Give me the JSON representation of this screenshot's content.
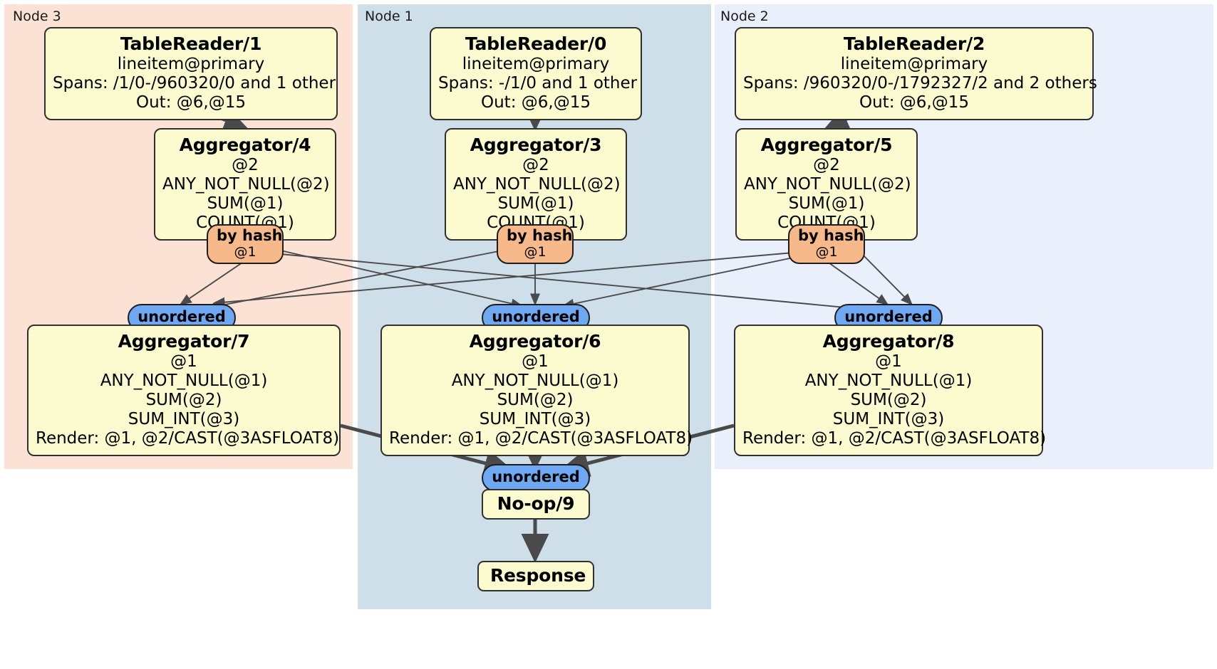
{
  "diagram": {
    "type": "distributed-query-plan",
    "title": "",
    "colors": {
      "node3_panel": "#fbe2d5",
      "node1_panel": "#cfdfe9",
      "node2_panel": "#eaf0fb",
      "processor_fill": "#fbfbcf",
      "processor_stroke": "#303030",
      "hash_router_fill": "#f8b98a",
      "unordered_stream_fill": "#6fa8f2",
      "edge_stroke": "#4a4a4a",
      "background": "#ffffff"
    }
  },
  "panels": [
    {
      "id": "node3",
      "label": "Node 3"
    },
    {
      "id": "node1",
      "label": "Node 1"
    },
    {
      "id": "node2",
      "label": "Node 2"
    }
  ],
  "processors": {
    "table_reader_1": {
      "title": "TableReader/1",
      "lines": [
        "lineitem@primary",
        "Spans: /1/0-/960320/0 and 1 other",
        "Out: @6,@15"
      ]
    },
    "table_reader_0": {
      "title": "TableReader/0",
      "lines": [
        "lineitem@primary",
        "Spans: -/1/0 and 1 other",
        "Out: @6,@15"
      ]
    },
    "table_reader_2": {
      "title": "TableReader/2",
      "lines": [
        "lineitem@primary",
        "Spans: /960320/0-/1792327/2 and 2 others",
        "Out: @6,@15"
      ]
    },
    "aggregator_4": {
      "title": "Aggregator/4",
      "lines": [
        "@2",
        "ANY_NOT_NULL(@2)",
        "SUM(@1)",
        "COUNT(@1)"
      ]
    },
    "aggregator_3": {
      "title": "Aggregator/3",
      "lines": [
        "@2",
        "ANY_NOT_NULL(@2)",
        "SUM(@1)",
        "COUNT(@1)"
      ]
    },
    "aggregator_5": {
      "title": "Aggregator/5",
      "lines": [
        "@2",
        "ANY_NOT_NULL(@2)",
        "SUM(@1)",
        "COUNT(@1)"
      ]
    },
    "aggregator_7": {
      "title": "Aggregator/7",
      "lines": [
        "@1",
        "ANY_NOT_NULL(@1)",
        "SUM(@2)",
        "SUM_INT(@3)",
        "Render: @1, @2/CAST(@3ASFLOAT8)"
      ]
    },
    "aggregator_6": {
      "title": "Aggregator/6",
      "lines": [
        "@1",
        "ANY_NOT_NULL(@1)",
        "SUM(@2)",
        "SUM_INT(@3)",
        "Render: @1, @2/CAST(@3ASFLOAT8)"
      ]
    },
    "aggregator_8": {
      "title": "Aggregator/8",
      "lines": [
        "@1",
        "ANY_NOT_NULL(@1)",
        "SUM(@2)",
        "SUM_INT(@3)",
        "Render: @1, @2/CAST(@3ASFLOAT8)"
      ]
    },
    "noop_9": {
      "title": "No-op/9",
      "lines": []
    },
    "response": {
      "title": "Response",
      "lines": []
    }
  },
  "routers": {
    "hash_left": {
      "label": "by hash",
      "column": "@1"
    },
    "hash_mid": {
      "label": "by hash",
      "column": "@1"
    },
    "hash_right": {
      "label": "by hash",
      "column": "@1"
    },
    "unordered_left": {
      "label": "unordered"
    },
    "unordered_mid": {
      "label": "unordered"
    },
    "unordered_right": {
      "label": "unordered"
    },
    "unordered_final": {
      "label": "unordered"
    }
  }
}
